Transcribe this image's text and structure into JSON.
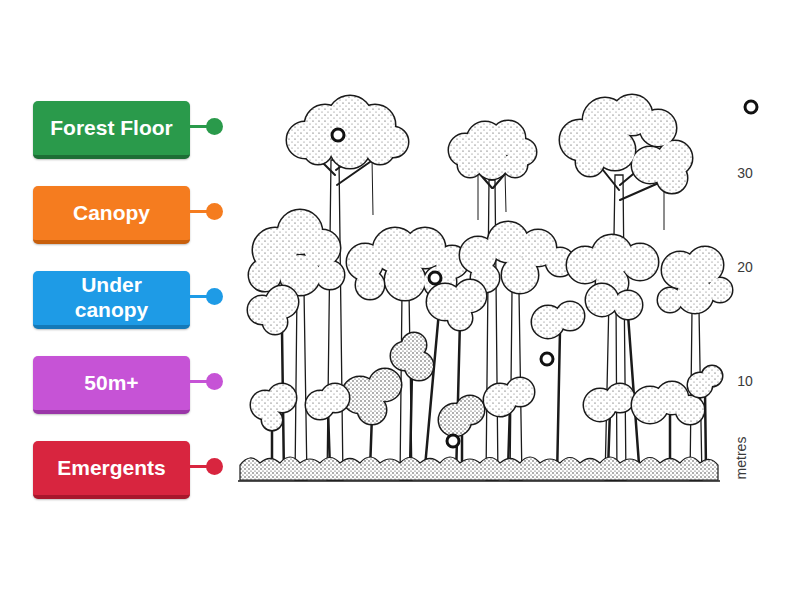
{
  "diagram": {
    "nodes": [
      {
        "text": [
          "Forest Floor"
        ]
      },
      {
        "text": [
          "Canopy"
        ]
      },
      {
        "text": [
          "Under canopy"
        ]
      },
      {
        "text": [
          "50m+"
        ]
      },
      {
        "text": [
          "Emergents"
        ]
      }
    ],
    "labels": [
      "30",
      "20",
      "10",
      "metres"
    ]
  }
}
